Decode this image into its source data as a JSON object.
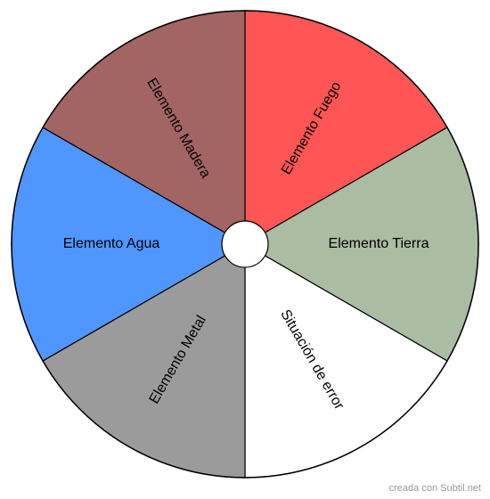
{
  "segments": [
    {
      "label": "Elemento Fuego",
      "color": "#ff5555"
    },
    {
      "label": "Elemento Tierra",
      "color": "#aabca2"
    },
    {
      "label": "Situación de error",
      "color": "#ffffff"
    },
    {
      "label": "Elemento Metal",
      "color": "#9b9b9b"
    },
    {
      "label": "Elemento Agua",
      "color": "#5096ff"
    },
    {
      "label": "Elemento Madera",
      "color": "#a36464"
    }
  ],
  "outline_color": "#000000",
  "watermark": "creada con Subtil.net"
}
